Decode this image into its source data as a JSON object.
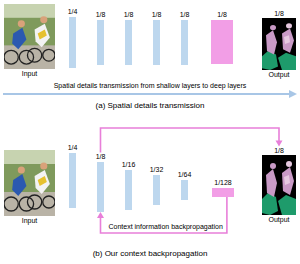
{
  "diagram": {
    "nodes": [
      {
        "text": [
          "Input"
        ]
      },
      {
        "text": [
          "1/4"
        ]
      },
      {
        "text": [
          "1/8"
        ]
      },
      {
        "text": [
          "1/8"
        ]
      },
      {
        "text": [
          "1/8"
        ]
      },
      {
        "text": [
          "1/8"
        ]
      },
      {
        "text": [
          "1/8"
        ]
      },
      {
        "text": [
          "1/8",
          "Output"
        ]
      },
      {
        "text": [
          "Input"
        ]
      },
      {
        "text": [
          "1/4"
        ]
      },
      {
        "text": [
          "1/8"
        ]
      },
      {
        "text": [
          "1/16"
        ]
      },
      {
        "text": [
          "1/32"
        ]
      },
      {
        "text": [
          "1/64"
        ]
      },
      {
        "text": [
          "1/128"
        ]
      },
      {
        "text": [
          "1/8",
          "Output"
        ]
      }
    ],
    "edges": [
      {
        "from": 10,
        "to": 15,
        "arrow": "to"
      },
      {
        "from": 14,
        "to": 10,
        "label": "Context information backpropagation",
        "arrow": "to"
      }
    ],
    "labels": [
      "Spatial details transmission from shallow layers to deep layers",
      "(a) Spatial details transmission",
      "(b) Our context backpropagation"
    ]
  }
}
